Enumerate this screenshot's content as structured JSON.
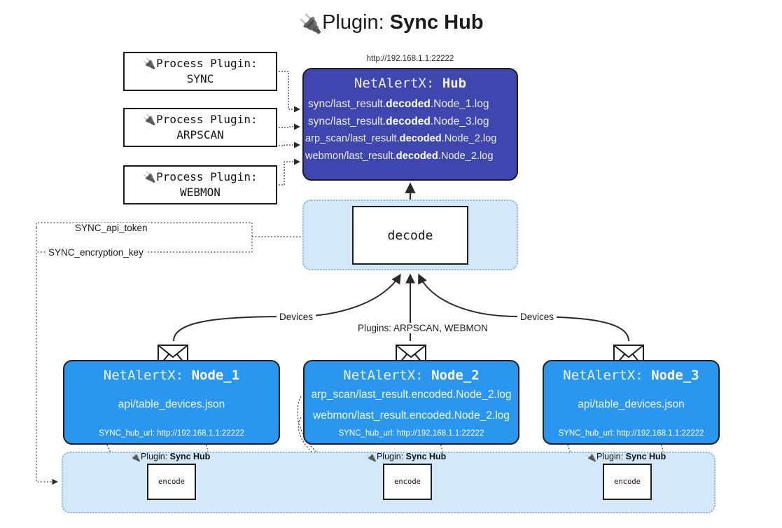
{
  "title": {
    "icon": "plug-icon",
    "prefix": "Plugin: ",
    "name": "Sync Hub"
  },
  "hub": {
    "url_caption": "http://192.168.1.1:22222",
    "title_prefix": "NetAlertX: ",
    "title_name": "Hub",
    "lines": [
      {
        "pre": "sync/last_result.",
        "mid": "decoded",
        "post": ".Node_1.log",
        "size": "normal"
      },
      {
        "pre": "sync/last_result.",
        "mid": "decoded",
        "post": ".Node_3.log",
        "size": "normal"
      },
      {
        "pre": "arp_scan/last_result.",
        "mid": "decoded",
        "post": ".Node_2.log",
        "size": "small"
      },
      {
        "pre": "webmon/last_result.",
        "mid": "decoded",
        "post": ".Node_2.log",
        "size": "small"
      }
    ]
  },
  "process_plugins": [
    {
      "icon": "plug-icon",
      "label": "Process Plugin:",
      "name": "SYNC"
    },
    {
      "icon": "plug-icon",
      "label": "Process Plugin:",
      "name": "ARPSCAN"
    },
    {
      "icon": "plug-icon",
      "label": "Process Plugin:",
      "name": "WEBMON"
    }
  ],
  "decode": {
    "label": "decode"
  },
  "keys": [
    {
      "label": "SYNC_api_token"
    },
    {
      "label": "SYNC_encryption_key"
    }
  ],
  "edge_labels": {
    "devices_left": "Devices",
    "devices_right": "Devices",
    "plugins_center": "Plugins: ARPSCAN, WEBMON"
  },
  "nodes": [
    {
      "title_prefix": "NetAlertX: ",
      "title_name": "Node_1",
      "lines": [
        {
          "text": "api/table_devices.json"
        }
      ],
      "url_key": "SYNC_hub_url: ",
      "url_value": "http://192.168.1.1:22222",
      "envelope_icon": "envelope-icon"
    },
    {
      "title_prefix": "NetAlertX: ",
      "title_name": "Node_2",
      "lines": [
        {
          "text": "arp_scan/last_result.encoded.Node_2.log"
        },
        {
          "text": "webmon/last_result.encoded.Node_2.log"
        }
      ],
      "url_key": "SYNC_hub_url: ",
      "url_value": "http://192.168.1.1:22222",
      "envelope_icon": "envelope-icon"
    },
    {
      "title_prefix": "NetAlertX: ",
      "title_name": "Node_3",
      "lines": [
        {
          "text": "api/table_devices.json"
        }
      ],
      "url_key": "SYNC_hub_url: ",
      "url_value": "http://192.168.1.1:22222",
      "envelope_icon": "envelope-icon"
    }
  ],
  "encoders": [
    {
      "caption_icon": "plug-icon",
      "caption_prefix": "Plugin: ",
      "caption_name": "Sync Hub",
      "box_label": "encode"
    },
    {
      "caption_icon": "plug-icon",
      "caption_prefix": "Plugin: ",
      "caption_name": "Sync Hub",
      "box_label": "encode"
    },
    {
      "caption_icon": "plug-icon",
      "caption_prefix": "Plugin: ",
      "caption_name": "Sync Hub",
      "box_label": "encode"
    }
  ],
  "colors": {
    "hub_fill": "#4046B0",
    "node_fill": "#2B96EE",
    "group_fill": "#D4E8FB",
    "group_border": "#8FB4CF",
    "stroke": "#1D1D1D",
    "background": "#FFFFFF"
  }
}
